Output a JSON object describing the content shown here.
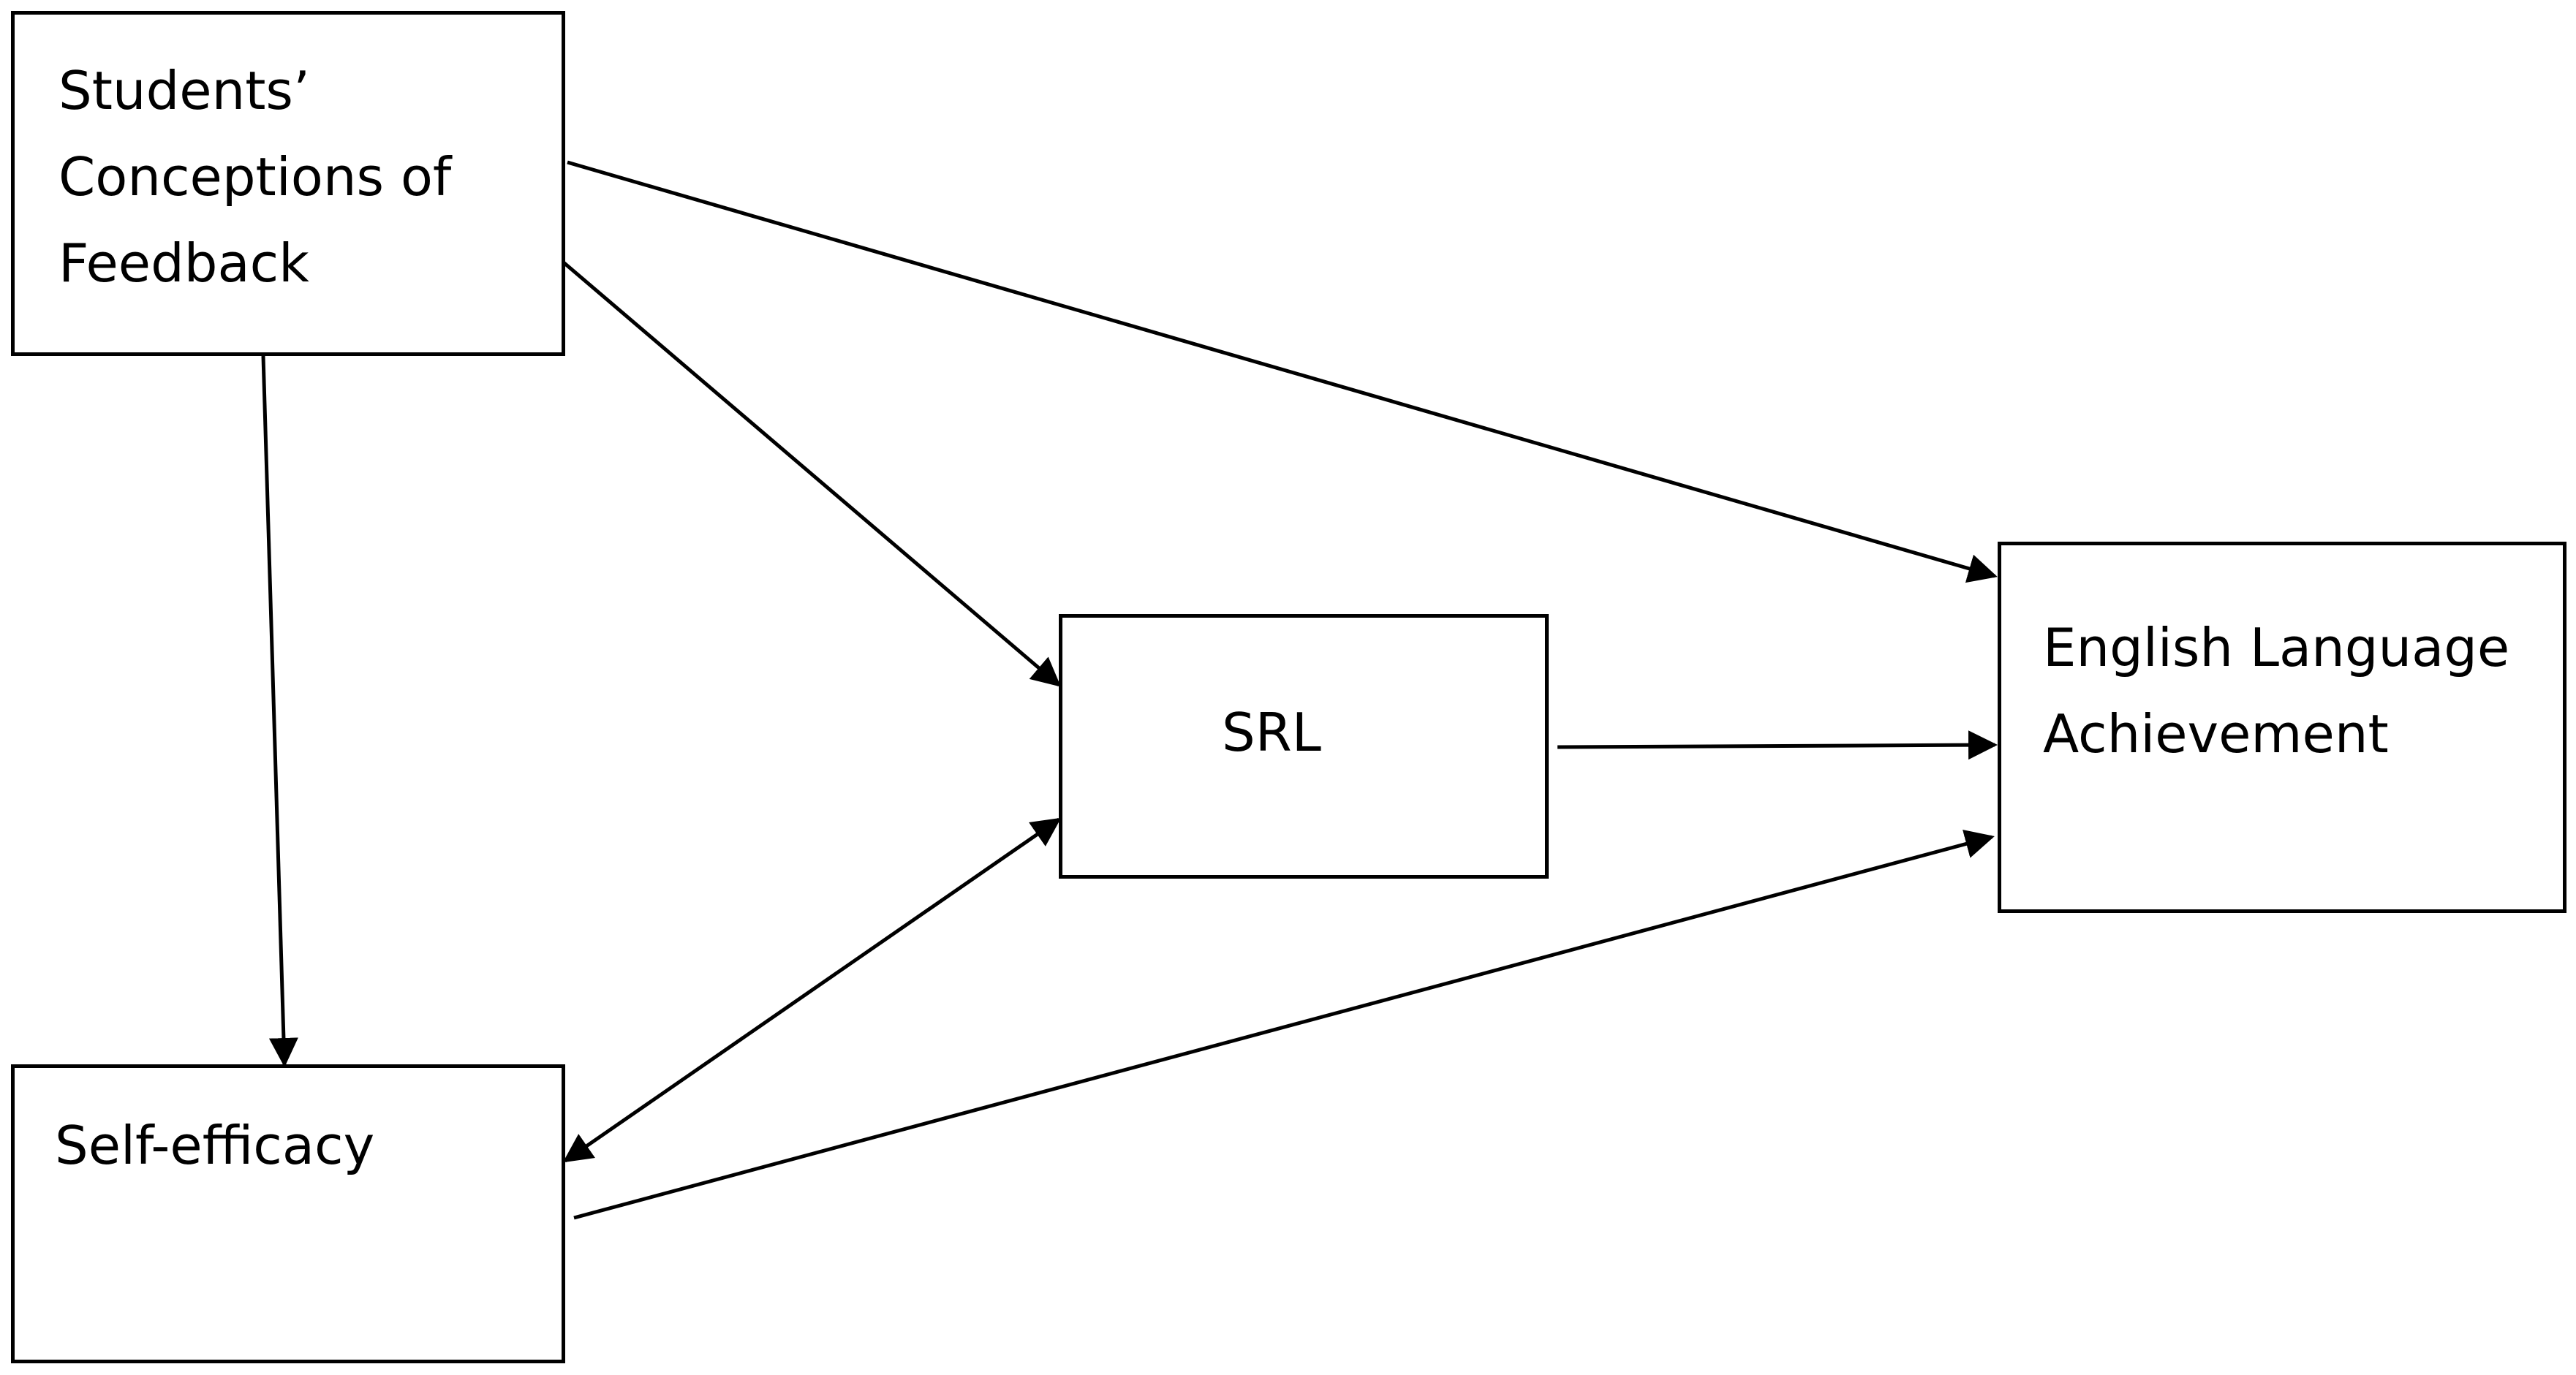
{
  "diagram": {
    "nodes": {
      "conceptions": {
        "lines": [
          "Students’",
          "Conceptions of",
          "Feedback"
        ]
      },
      "self_efficacy": {
        "lines": [
          "Self-efficacy"
        ]
      },
      "srl": {
        "lines": [
          "SRL"
        ]
      },
      "achievement": {
        "lines": [
          "English Language",
          "Achievement"
        ]
      }
    },
    "edges": [
      {
        "from": "conceptions",
        "to": "achievement",
        "direction": "forward"
      },
      {
        "from": "conceptions",
        "to": "srl",
        "direction": "forward"
      },
      {
        "from": "conceptions",
        "to": "self_efficacy",
        "direction": "forward"
      },
      {
        "from": "srl",
        "to": "achievement",
        "direction": "forward"
      },
      {
        "from": "self_efficacy",
        "to": "achievement",
        "direction": "forward"
      },
      {
        "from": "srl",
        "to": "self_efficacy",
        "direction": "bidirectional"
      }
    ],
    "colors": {
      "stroke": "#000000",
      "background": "#ffffff",
      "text": "#000000"
    }
  }
}
